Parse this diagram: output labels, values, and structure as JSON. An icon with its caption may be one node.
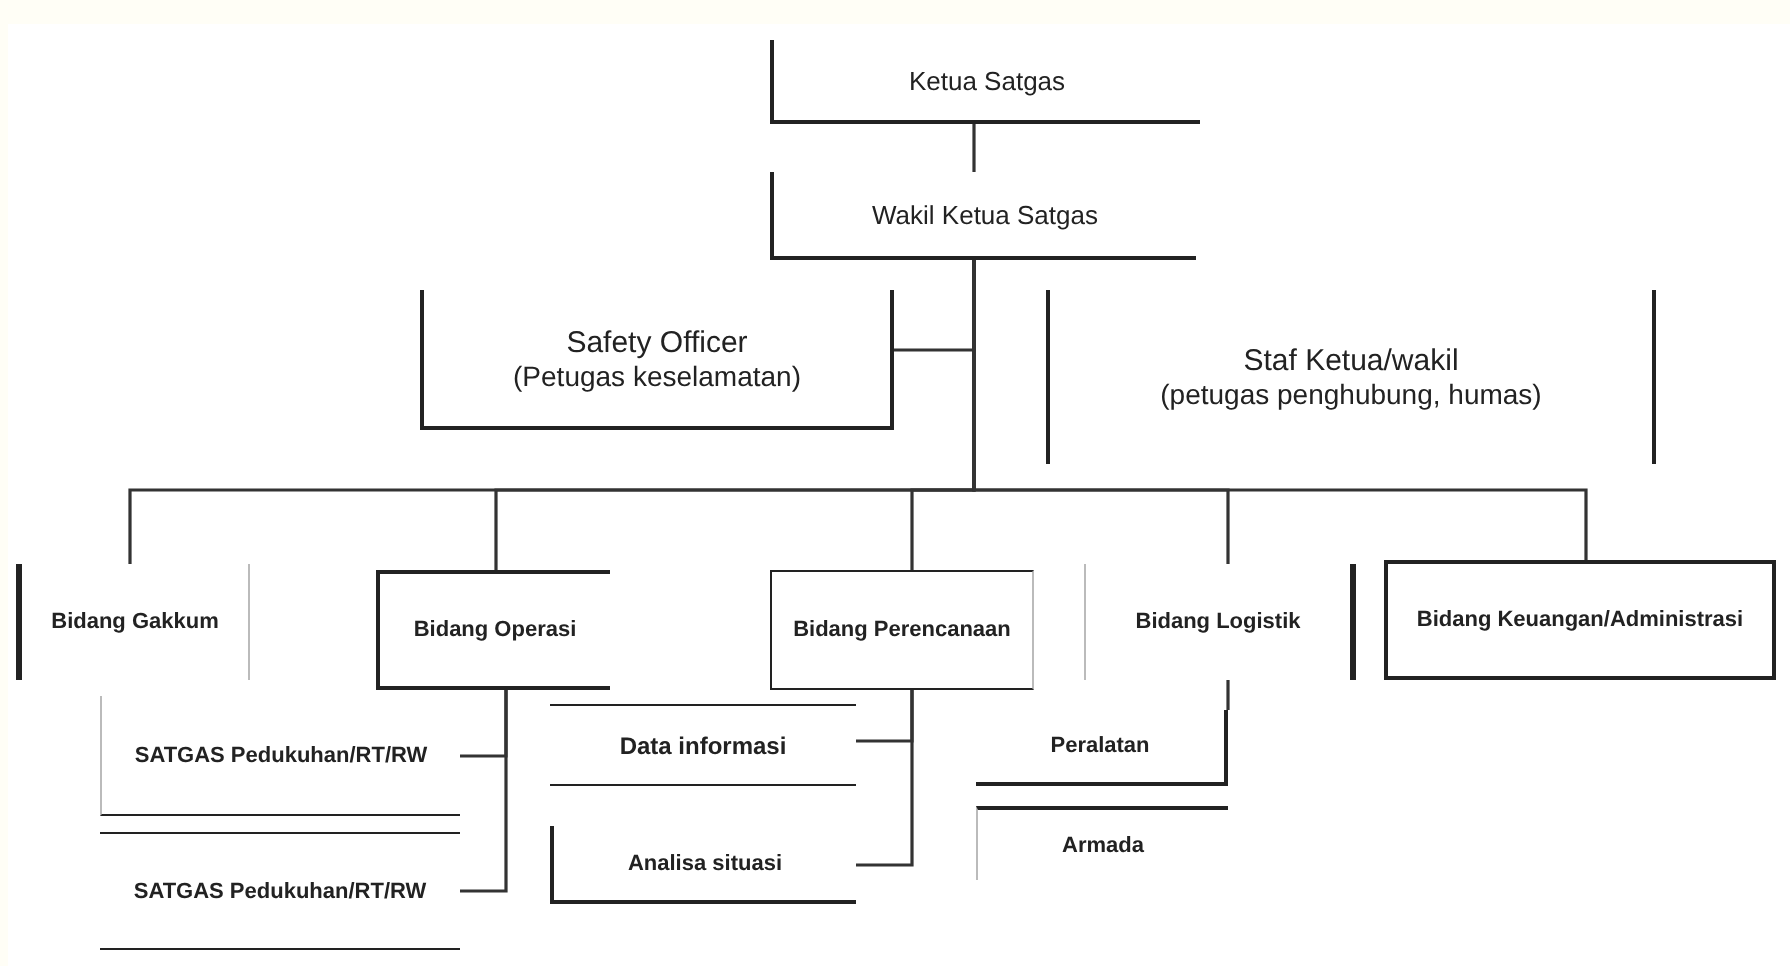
{
  "diagram": {
    "nodes": [
      {
        "text": [
          "Ketua Satgas"
        ]
      },
      {
        "text": [
          "Wakil Ketua Satgas"
        ]
      },
      {
        "text": [
          "Safety Officer",
          "(Petugas keselamatan)"
        ]
      },
      {
        "text": [
          "Staf Ketua/wakil",
          "(petugas penghubung, humas)"
        ]
      },
      {
        "text": [
          "Bidang Gakkum"
        ]
      },
      {
        "text": [
          "Bidang Operasi"
        ]
      },
      {
        "text": [
          "Bidang Perencanaan"
        ]
      },
      {
        "text": [
          "Bidang Logistik"
        ]
      },
      {
        "text": [
          "Bidang Keuangan/Administrasi"
        ]
      },
      {
        "text": [
          "SATGAS Pedukuhan/RT/RW"
        ]
      },
      {
        "text": [
          "SATGAS Pedukuhan/RT/RW"
        ]
      },
      {
        "text": [
          "Data informasi"
        ]
      },
      {
        "text": [
          "Analisa situasi"
        ]
      },
      {
        "text": [
          "Peralatan"
        ]
      },
      {
        "text": [
          "Armada"
        ]
      }
    ],
    "edges": [
      {
        "from": 0,
        "to": 1,
        "arrow": "none"
      },
      {
        "from": 1,
        "to": 2,
        "arrow": "none"
      },
      {
        "from": 1,
        "to": 4,
        "arrow": "none"
      },
      {
        "from": 1,
        "to": 5,
        "arrow": "none"
      },
      {
        "from": 1,
        "to": 6,
        "arrow": "none"
      },
      {
        "from": 1,
        "to": 7,
        "arrow": "none"
      },
      {
        "from": 1,
        "to": 8,
        "arrow": "none"
      },
      {
        "from": 5,
        "to": 9,
        "arrow": "none"
      },
      {
        "from": 5,
        "to": 10,
        "arrow": "none"
      },
      {
        "from": 6,
        "to": 11,
        "arrow": "none"
      },
      {
        "from": 6,
        "to": 12,
        "arrow": "none"
      },
      {
        "from": 7,
        "to": 13,
        "arrow": "none"
      }
    ]
  }
}
